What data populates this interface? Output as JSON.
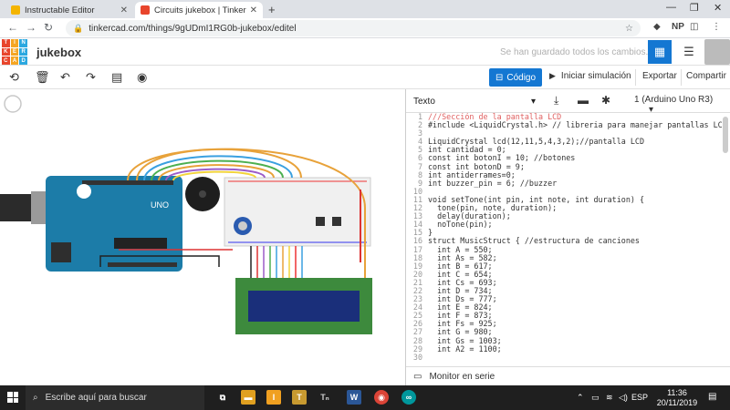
{
  "browser": {
    "tabs": [
      {
        "title": "Instructable Editor",
        "active": false,
        "favicon_color": "#f4b400"
      },
      {
        "title": "Circuits jukebox | Tinkercad",
        "active": true,
        "favicon_color": "#e8452c"
      }
    ],
    "url": "tinkercad.com/things/9gUDmI1RG0b-jukebox/editel",
    "profile": "NP"
  },
  "app": {
    "logo_letters": [
      "T",
      "I",
      "N",
      "K",
      "E",
      "R",
      "C",
      "A",
      "D"
    ],
    "logo_colors": [
      "#e8452c",
      "#f5a623",
      "#2ba8e0",
      "#e8452c",
      "#f5a623",
      "#2ba8e0",
      "#e8452c",
      "#f5a623",
      "#2ba8e0"
    ],
    "project_name": "jukebox",
    "save_status": "Se han guardado todos los cambios."
  },
  "toolbar": {
    "code_label": "Código",
    "simulate_label": "Iniciar simulación",
    "export_label": "Exportar",
    "share_label": "Compartir"
  },
  "code_panel": {
    "mode": "Texto",
    "board": "1 (Arduino Uno R3)",
    "serial_label": "Monitor en serie",
    "lines": [
      {
        "n": "1",
        "code": "///Sección de la pantalla LCD"
      },
      {
        "n": "2",
        "code": "#include <LiquidCrystal.h> // libreria para manejar pantallas LCD"
      },
      {
        "n": "3",
        "code": ""
      },
      {
        "n": "4",
        "code": "LiquidCrystal lcd(12,11,5,4,3,2);//pantalla LCD"
      },
      {
        "n": "5",
        "code": "int cantidad = 0;"
      },
      {
        "n": "6",
        "code": "const int botonI = 10; //botones"
      },
      {
        "n": "7",
        "code": "const int botonD = 9;"
      },
      {
        "n": "8",
        "code": "int antiderrames=0;"
      },
      {
        "n": "9",
        "code": "int buzzer_pin = 6; //buzzer"
      },
      {
        "n": "10",
        "code": ""
      },
      {
        "n": "11",
        "code": "void setTone(int pin, int note, int duration) {"
      },
      {
        "n": "12",
        "code": "  tone(pin, note, duration);"
      },
      {
        "n": "13",
        "code": "  delay(duration);"
      },
      {
        "n": "14",
        "code": "  noTone(pin);"
      },
      {
        "n": "15",
        "code": "}"
      },
      {
        "n": "16",
        "code": "struct MusicStruct { //estructura de canciones"
      },
      {
        "n": "17",
        "code": "  int A = 550;"
      },
      {
        "n": "18",
        "code": "  int As = 582;"
      },
      {
        "n": "19",
        "code": "  int B = 617;"
      },
      {
        "n": "20",
        "code": "  int C = 654;"
      },
      {
        "n": "21",
        "code": "  int Cs = 693;"
      },
      {
        "n": "22",
        "code": "  int D = 734;"
      },
      {
        "n": "23",
        "code": "  int Ds = 777;"
      },
      {
        "n": "24",
        "code": "  int E = 824;"
      },
      {
        "n": "25",
        "code": "  int F = 873;"
      },
      {
        "n": "26",
        "code": "  int Fs = 925;"
      },
      {
        "n": "27",
        "code": "  int G = 980;"
      },
      {
        "n": "28",
        "code": "  int Gs = 1003;"
      },
      {
        "n": "29",
        "code": "  int A2 = 1100;"
      },
      {
        "n": "30",
        "code": ""
      }
    ]
  },
  "taskbar": {
    "search_placeholder": "Escribe aquí para buscar",
    "language": "ESP",
    "time": "11:36",
    "date": "20/11/2019"
  }
}
